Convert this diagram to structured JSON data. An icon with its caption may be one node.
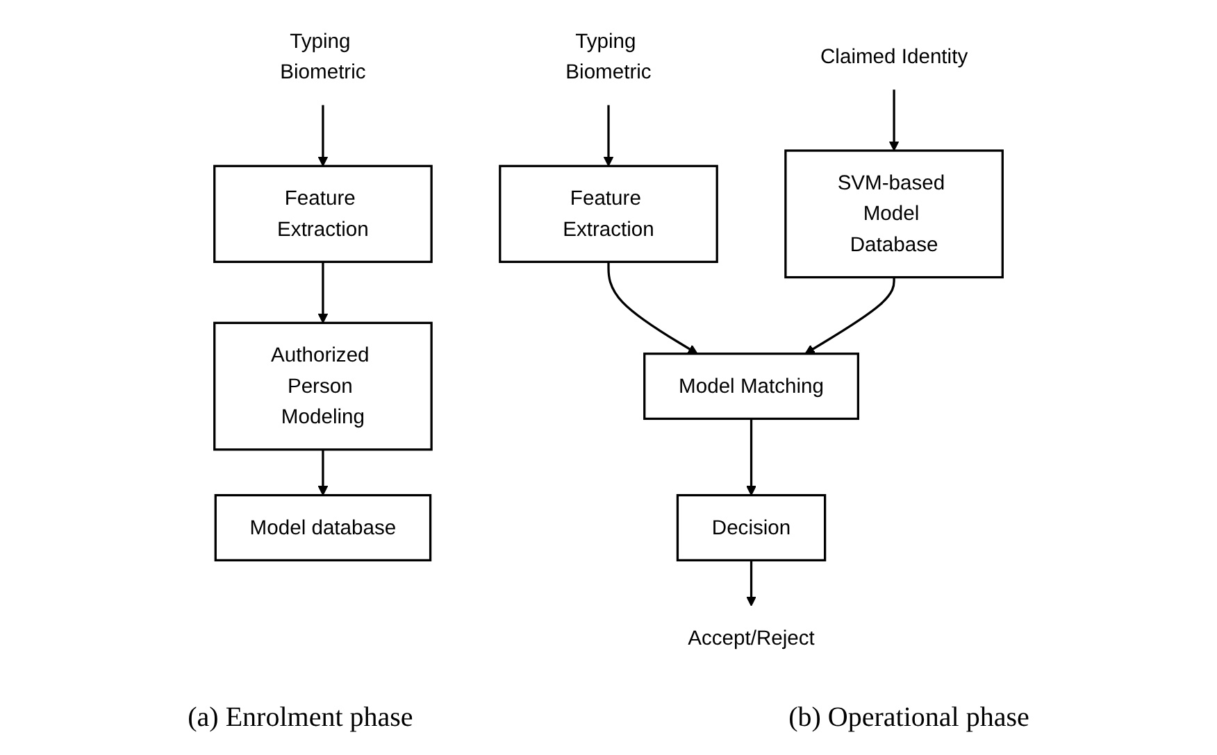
{
  "diagram": {
    "nodes": [
      {
        "text": [
          "Typing Biometric"
        ]
      },
      {
        "text": [
          "Feature Extraction"
        ]
      },
      {
        "text": [
          "Authorized Person Modeling"
        ]
      },
      {
        "text": [
          "Model database"
        ]
      },
      {
        "text": [
          "Typing Biometric"
        ]
      },
      {
        "text": [
          "Claimed Identity"
        ]
      },
      {
        "text": [
          "Feature Extraction"
        ]
      },
      {
        "text": [
          "Model Matching"
        ]
      },
      {
        "text": [
          "SVM-based Model Database"
        ]
      },
      {
        "text": [
          "Decision"
        ]
      },
      {
        "text": [
          "Accept/Reject"
        ]
      }
    ],
    "edges": [
      {
        "from": 0,
        "to": 1,
        "arrow": "to"
      },
      {
        "from": 1,
        "to": 2,
        "arrow": "to"
      },
      {
        "from": 2,
        "to": 3,
        "arrow": "to"
      },
      {
        "from": 4,
        "to": 6,
        "arrow": "to"
      },
      {
        "from": 6,
        "to": 7,
        "arrow": "to"
      },
      {
        "from": 5,
        "to": 8,
        "arrow": "to"
      },
      {
        "from": 8,
        "to": 7,
        "arrow": "to"
      },
      {
        "from": 7,
        "to": 9,
        "arrow": "to"
      },
      {
        "from": 9,
        "to": 10,
        "arrow": "to"
      }
    ],
    "labels": [
      "(a) Enrolment phase",
      "(b) Operational phase"
    ]
  }
}
